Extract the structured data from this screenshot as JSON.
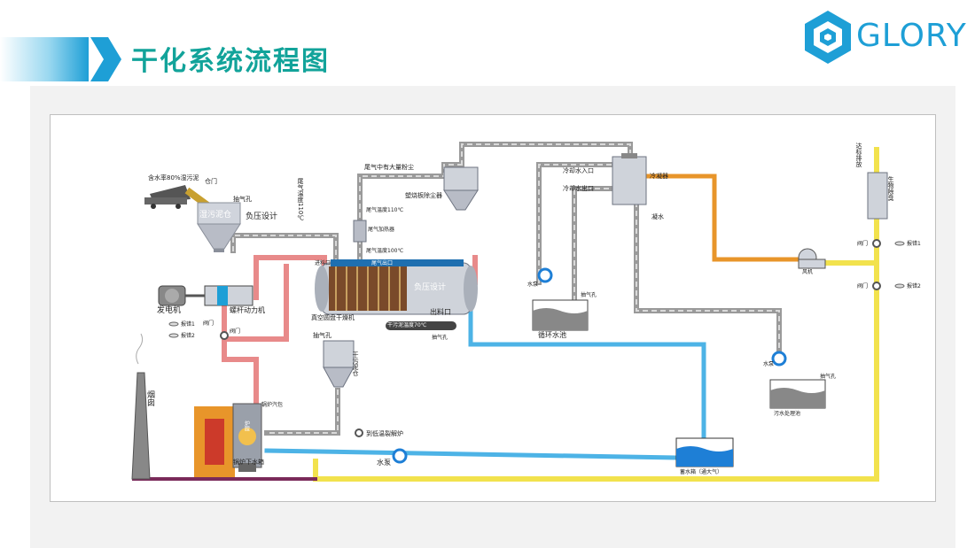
{
  "header": {
    "title": "干化系统流程图",
    "logo_text": "GLORY"
  },
  "colors": {
    "teal": "#12a39a",
    "blue": "#1e9fd6",
    "gray_pipe": "#9a9a9a",
    "red_pipe": "#e88a8a",
    "water_pipe": "#4db3e6",
    "yellow_pipe": "#f2e24d",
    "orange_pipe": "#e8952a"
  },
  "diagram": {
    "water_content": "含水率80%湿污泥",
    "hopper_gate": "仓门",
    "exhaust_top": "抽气孔",
    "wet_bin": "湿污泥仓",
    "negative_pressure_1": "负压设计",
    "tail_gas_vertical": "尾气温度110℃",
    "dust_in_tailgas": "尾气中有大量粉尘",
    "bag_filter": "塑烧板除尘器",
    "tail_temp_110": "尾气温度110℃",
    "tail_heater": "尾气加热器",
    "tail_temp_100": "尾气温度100℃",
    "feed_inlet": "进料口",
    "tail_outlet": "尾气出口",
    "negative_pressure_2": "负压设计",
    "dryer": "真空圆盘干燥机",
    "discharge": "出料口",
    "dry_temp": "干污泥温度70℃",
    "exhaust_dry": "抽气孔",
    "generator": "发电机",
    "screw_power": "螺杆动力机",
    "valve_a": "阀门",
    "alarm1_a": "报错1",
    "alarm2_a": "报错2",
    "valve_b": "阀门",
    "exhaust_bin": "抽气孔",
    "dry_bin": "干污泥仓",
    "chimney": "烟囱",
    "boiler_drum": "锅炉汽包",
    "furnace": "炉膛",
    "boiler_lower": "锅炉下水箱",
    "low_temp_pyro": "到低温裂解炉",
    "pump_bottom": "水泵",
    "cooling_in": "冷却水入口",
    "cooling_out": "冷却水出口",
    "condenser": "冷凝器",
    "condensate": "凝水",
    "pump_left": "水泵",
    "exhaust_pool": "抽气孔",
    "circ_pool": "循环水池",
    "pump_right": "水泵",
    "exhaust_sewage": "抽气孔",
    "sewage_pool": "污水处理池",
    "water_tank": "蓄水箱（通大气）",
    "fan": "风机",
    "emission": "达标排放",
    "bio_deodor": "生物除臭",
    "valve_r1": "阀门",
    "alarm_r1": "报错1",
    "valve_r2": "阀门",
    "alarm_r2": "报错2"
  }
}
